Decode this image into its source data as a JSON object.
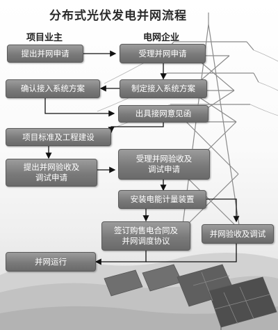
{
  "title": "分布式光伏发电并网流程",
  "columns": {
    "owner": "项目业主",
    "grid": "电网企业"
  },
  "steps": {
    "submit_application": "提出并网申请",
    "accept_application": "受理并网申请",
    "confirm_plan": "确认接入系统方案",
    "formulate_plan": "制定接入系统方案",
    "issue_opinion": "出具接网意见函",
    "project_construction": "项目标准及工程建设",
    "submit_acceptance": "提出并网验收及\n调试申请",
    "accept_acceptance": "受理并网验收及\n调试申请",
    "install_meter": "安装电能计量装置",
    "sign_contract": "签订购售电合同及\n并网调度协议",
    "acceptance_debug": "并网验收及调试",
    "grid_operation": "并网运行"
  }
}
